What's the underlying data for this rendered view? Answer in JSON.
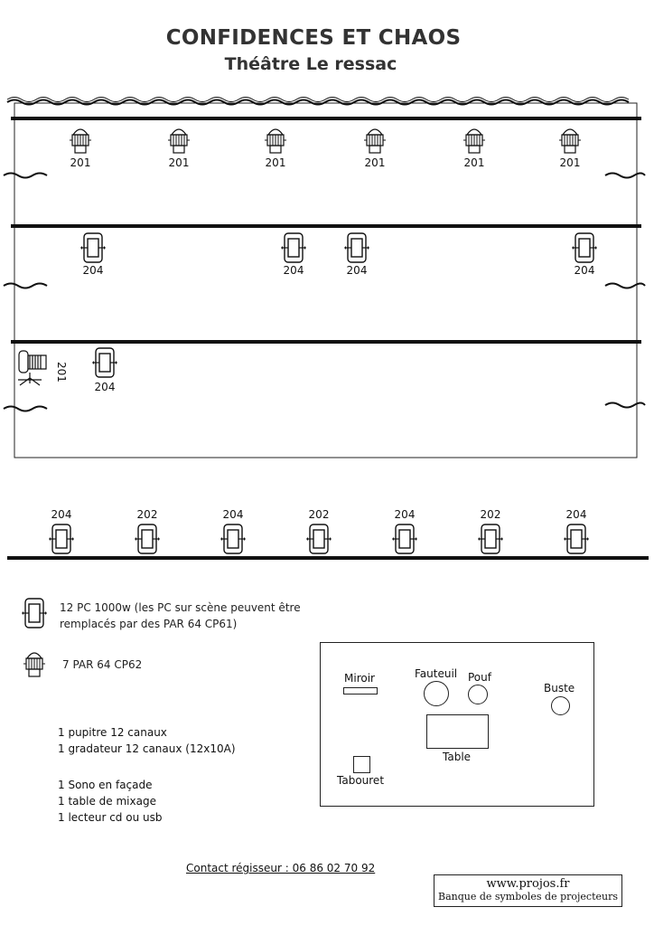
{
  "header": {
    "title": "CONFIDENCES ET CHAOS",
    "subtitle": "Théâtre Le ressac"
  },
  "stage": {
    "battens": [
      {
        "fixtures": [
          {
            "type": "PAR",
            "code": "201"
          },
          {
            "type": "PAR",
            "code": "201"
          },
          {
            "type": "PAR",
            "code": "201"
          },
          {
            "type": "PAR",
            "code": "201"
          },
          {
            "type": "PAR",
            "code": "201"
          },
          {
            "type": "PAR",
            "code": "201"
          }
        ]
      },
      {
        "fixtures": [
          {
            "type": "PC",
            "code": "204"
          },
          {
            "type": "PC",
            "code": "204"
          },
          {
            "type": "PC",
            "code": "204"
          },
          {
            "type": "PC",
            "code": "204"
          }
        ]
      },
      {
        "fixtures": [
          {
            "type": "PAR-stand",
            "code": "201"
          },
          {
            "type": "PC",
            "code": "204"
          }
        ]
      }
    ],
    "front_bar": [
      {
        "type": "PC",
        "code": "204"
      },
      {
        "type": "PC",
        "code": "202"
      },
      {
        "type": "PC",
        "code": "204"
      },
      {
        "type": "PC",
        "code": "202"
      },
      {
        "type": "PC",
        "code": "204"
      },
      {
        "type": "PC",
        "code": "202"
      },
      {
        "type": "PC",
        "code": "204"
      }
    ]
  },
  "legend": {
    "pc_line1": "12 PC 1000w (les PC sur scène peuvent être",
    "pc_line2": "remplacés par des PAR 64 CP61)",
    "par_text": "7 PAR 64 CP62"
  },
  "equipment": [
    "1 pupitre 12 canaux",
    "1 gradateur 12 canaux (12x10A)",
    "1 Sono en façade",
    "1 table de mixage",
    "1 lecteur cd ou usb"
  ],
  "set": {
    "miroir": "Miroir",
    "fauteuil": "Fauteuil",
    "pouf": "Pouf",
    "buste": "Buste",
    "table": "Table",
    "tabouret": "Tabouret"
  },
  "contact": "Contact régisseur : 06 86 02 70 92",
  "credit": {
    "line1": "www.projos.fr",
    "line2": "Banque de symboles de projecteurs"
  }
}
